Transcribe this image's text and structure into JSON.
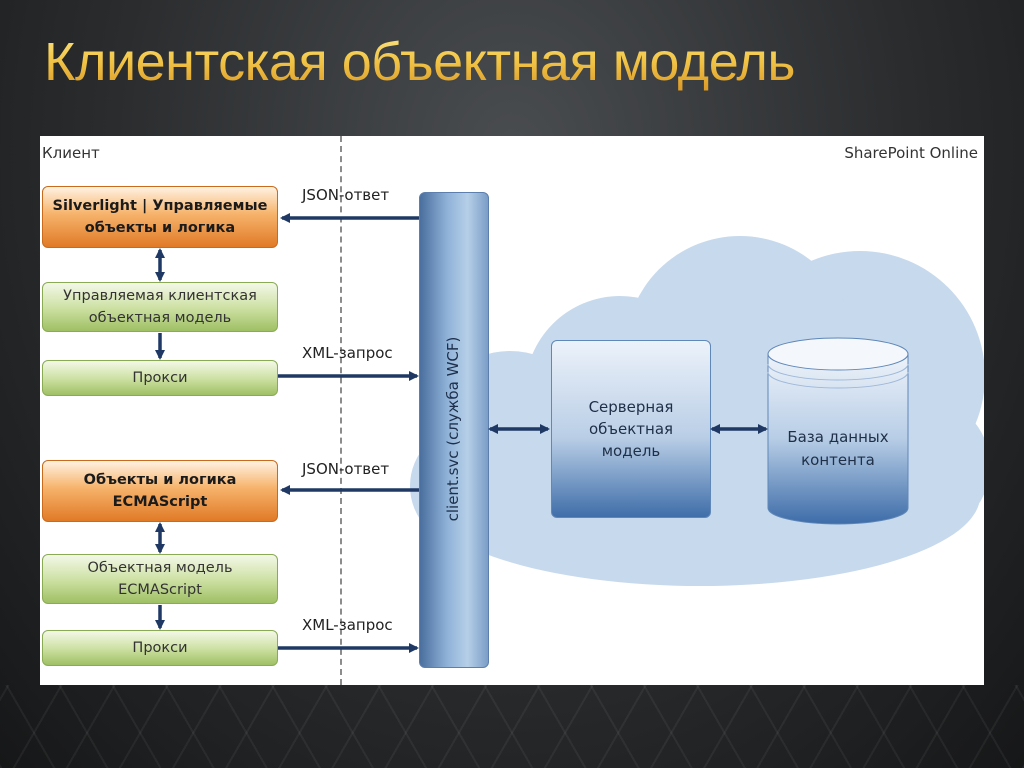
{
  "slide": {
    "title": "Клиентская объектная модель"
  },
  "zones": {
    "client": "Клиент",
    "server": "SharePoint Online"
  },
  "client_stack_1": {
    "silverlight": "Silverlight | Управляемые\nобъекты и логика",
    "managed_model": "Управляемая клиентская\nобъектная модель",
    "proxy": "Прокси"
  },
  "client_stack_2": {
    "ecma_logic": "Объекты и логика\nECMAScript",
    "ecma_model": "Объектная модель\nECMAScript",
    "proxy": "Прокси"
  },
  "arrows": {
    "json_response_1": "JSON-ответ",
    "xml_request_1": "XML-запрос",
    "json_response_2": "JSON-ответ",
    "xml_request_2": "XML-запрос"
  },
  "service": {
    "label": "client.svc (служба WCF)"
  },
  "server": {
    "object_model": "Серверная\nобъектная\nмодель",
    "database": "База данных\nконтента"
  },
  "colors": {
    "title_gold": "#f0c24a",
    "arrow_navy": "#1f3864",
    "cloud_blue": "#c7d9ec",
    "orange_box": "#e07a27",
    "green_box": "#9fc064"
  }
}
